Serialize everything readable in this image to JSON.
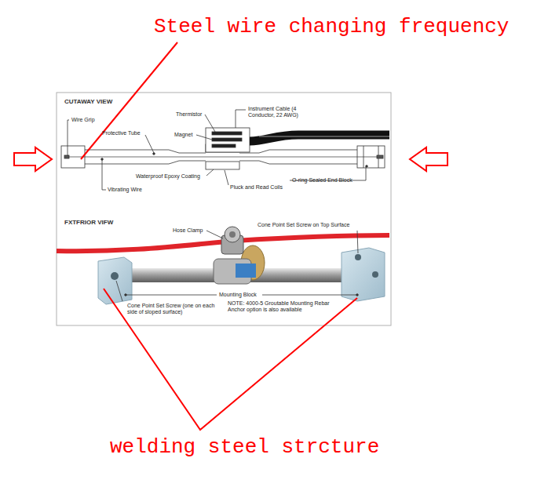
{
  "diagram": {
    "labels": [
      "Steel wire changing frequency",
      "CUTAWAY VIEW",
      "Thermistor",
      "Instrument Cable (4 Conductor, 22 AWG)",
      "Wire Grip",
      "Protective Tube",
      "Magnet",
      "Vibrating Wire",
      "Waterproof Epoxy Coating",
      "Pluck and Read Coils",
      "O-ring Sealed End Block",
      "FXTFRIOR VIFW",
      "Hose Clamp",
      "Cone Point Set Screw on Top Surface",
      "Mounting Block",
      "NOTE: 4000-5 Groutable Mounting Rebar Anchor option is also available",
      "Cone Point Set Screw (one on each side of sloped surface)",
      "welding steel strcture"
    ]
  }
}
